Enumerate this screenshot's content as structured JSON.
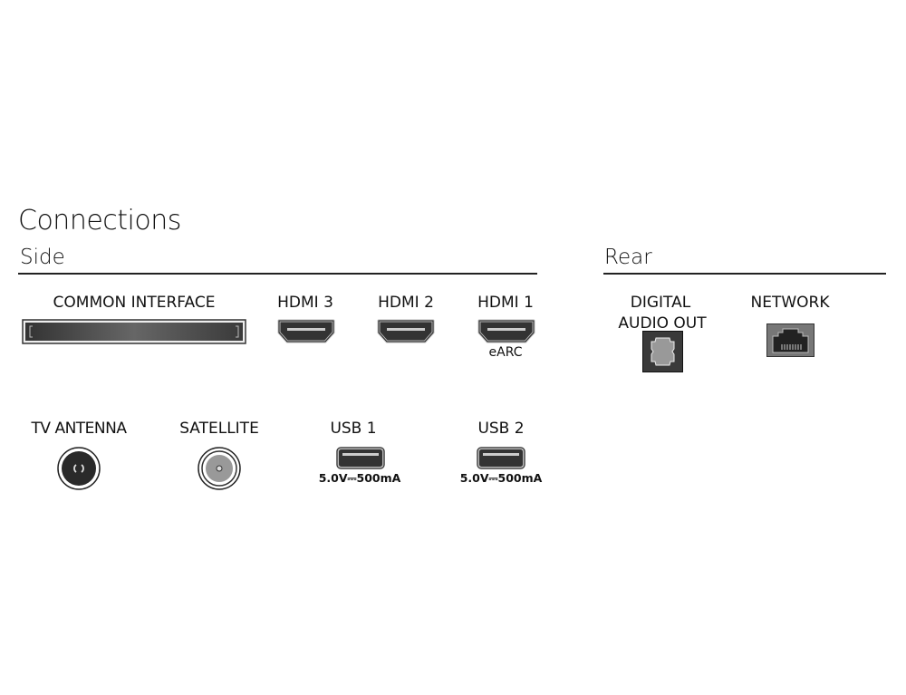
{
  "title": "Connections",
  "side": {
    "heading": "Side",
    "row1": [
      {
        "label": "COMMON INTERFACE",
        "icon": "ci-slot-icon"
      },
      {
        "label": "HDMI 3",
        "icon": "hdmi-port-icon"
      },
      {
        "label": "HDMI 2",
        "icon": "hdmi-port-icon"
      },
      {
        "label": "HDMI 1",
        "icon": "hdmi-port-icon",
        "note": "eARC"
      }
    ],
    "row2": [
      {
        "label": "TV ANTENNA",
        "icon": "antenna-port-icon"
      },
      {
        "label": "SATELLITE",
        "icon": "satellite-port-icon"
      },
      {
        "label": "USB 1",
        "icon": "usb-port-icon",
        "spec": "5.0V⎓500mA"
      },
      {
        "label": "USB 2",
        "icon": "usb-port-icon",
        "spec": "5.0V⎓500mA"
      }
    ]
  },
  "rear": {
    "heading": "Rear",
    "items": [
      {
        "label_line1": "DIGITAL",
        "label_line2": "AUDIO OUT",
        "icon": "optical-port-icon"
      },
      {
        "label": "NETWORK",
        "icon": "ethernet-port-icon"
      }
    ]
  }
}
